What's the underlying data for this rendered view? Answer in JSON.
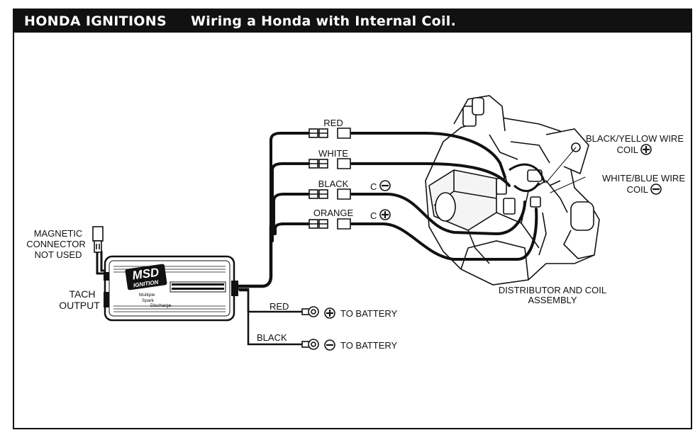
{
  "header": {
    "section": "HONDA IGNITIONS",
    "title": "Wiring a Honda with Internal Coil."
  },
  "ignition_box": {
    "brand_top": "MSD",
    "brand_bottom": "IGNITION",
    "label_l1": "Multiple",
    "label_l2": "Spark",
    "label_l3": "Discharge"
  },
  "left_labels": {
    "magnetic_l1": "MAGNETIC",
    "magnetic_l2": "CONNECTOR",
    "magnetic_l3": "NOT USED",
    "tach_l1": "TACH",
    "tach_l2": "OUTPUT"
  },
  "wires": {
    "red": "RED",
    "white": "WHITE",
    "black": "BLACK",
    "orange": "ORANGE",
    "c_minus": "C",
    "c_plus": "C"
  },
  "battery": {
    "red": "RED",
    "black": "BLACK",
    "to_battery_pos": "TO BATTERY",
    "to_battery_neg": "TO BATTERY"
  },
  "right_labels": {
    "by_l1": "BLACK/YELLOW WIRE",
    "by_l2": "COIL",
    "wb_l1": "WHITE/BLUE WIRE",
    "wb_l2": "COIL",
    "dist_l1": "DISTRIBUTOR AND COIL",
    "dist_l2": "ASSEMBLY"
  }
}
